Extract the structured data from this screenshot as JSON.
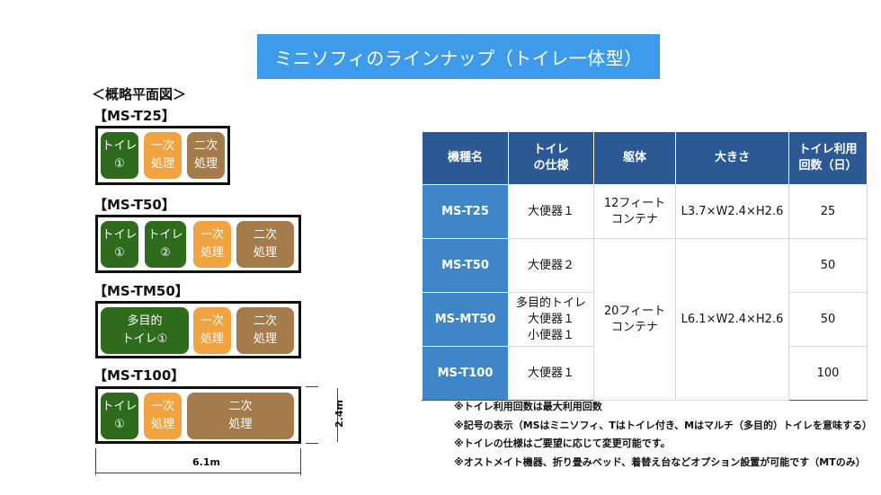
{
  "title": "ミニソフィのラインナップ（トイレ一体型）",
  "plan_heading": "＜概略平面図＞",
  "units": [
    {
      "label": "【MS-T25】",
      "blocks": [
        {
          "line1": "トイレ",
          "line2": "①",
          "color": "#2f6b1d"
        },
        {
          "line1": "一次",
          "line2": "処理",
          "color": "#f1a341"
        },
        {
          "line1": "二次",
          "line2": "処理",
          "color": "#a47c4c"
        }
      ]
    },
    {
      "label": "【MS-T50】",
      "blocks": [
        {
          "line1": "トイレ",
          "line2": "①",
          "color": "#2f6b1d"
        },
        {
          "line1": "トイレ",
          "line2": "②",
          "color": "#2f6b1d"
        },
        {
          "line1": "一次",
          "line2": "処理",
          "color": "#f1a341"
        },
        {
          "line1": "二次",
          "line2": "処理",
          "color": "#a47c4c"
        }
      ]
    },
    {
      "label": "【MS-TM50】",
      "blocks": [
        {
          "line1": "多目的",
          "line2": "トイレ①",
          "color": "#2f6b1d"
        },
        {
          "line1": "一次",
          "line2": "処理",
          "color": "#f1a341"
        },
        {
          "line1": "二次",
          "line2": "処理",
          "color": "#a47c4c"
        }
      ]
    },
    {
      "label": "【MS-T100】",
      "blocks": [
        {
          "line1": "トイレ",
          "line2": "①",
          "color": "#2f6b1d"
        },
        {
          "line1": "一次",
          "line2": "処理",
          "color": "#f1a341"
        },
        {
          "line1": "二次",
          "line2": "処理",
          "color": "#a47c4c"
        }
      ]
    }
  ],
  "dimensions": {
    "height": "2.4m",
    "length": "6.1m"
  },
  "table": {
    "headers": [
      {
        "line1": "機種名",
        "line2": ""
      },
      {
        "line1": "トイレ",
        "line2": "の仕様"
      },
      {
        "line1": "躯体",
        "line2": ""
      },
      {
        "line1": "大きさ",
        "line2": ""
      },
      {
        "line1": "トイレ利用",
        "line2": "回数（日）"
      }
    ],
    "rows": [
      {
        "model": "MS-T25",
        "spec": [
          "大便器１"
        ],
        "body": [
          "12フィート",
          "コンテナ"
        ],
        "size": "L3.7×W2.4×H2.6",
        "uses": "25"
      },
      {
        "model": "MS-T50",
        "spec": [
          "大便器２"
        ],
        "uses": "50"
      },
      {
        "model": "MS-MT50",
        "spec": [
          "多目的トイレ",
          "大便器１",
          "小便器１"
        ],
        "uses": "50"
      },
      {
        "model": "MS-T100",
        "spec": [
          "大便器１"
        ],
        "uses": "100"
      }
    ],
    "shared_body": [
      "20フィート",
      "コンテナ"
    ],
    "shared_size": "L6.1×W2.4×H2.6",
    "colors": {
      "header": "#2c5994",
      "model_cell": "#3e86c8"
    }
  },
  "notes": [
    "※トイレ利用回数は最大利用回数",
    "※記号の表示（MSはミニソフィ、Tはトイレ付き、Mはマルチ（多目的）トイレを意味する）",
    "※トイレの仕様はご要望に応じて変更可能です。",
    "※オストメイト機器、折り畳みベッド、着替え台などオプション設置が可能です（MTのみ）"
  ]
}
